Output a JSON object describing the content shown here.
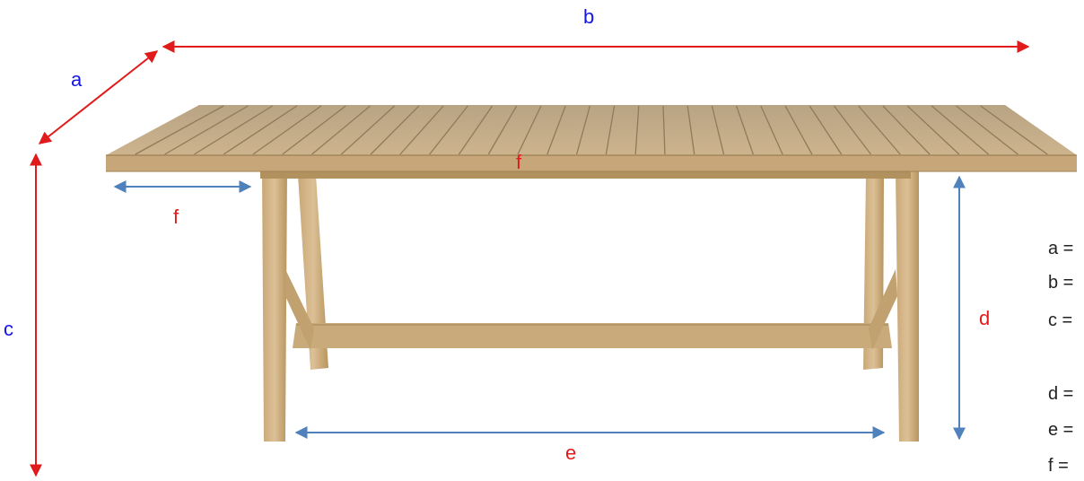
{
  "labels": {
    "a": "a",
    "b": "b",
    "c": "c",
    "d": "d",
    "e": "e",
    "f_top": "f",
    "f_side": "f"
  },
  "legend": [
    "a =",
    "b =",
    "c =",
    "d =",
    "e =",
    "f ="
  ],
  "colors": {
    "overall_dimension_arrows": "#e11b1b",
    "frame_dimension_arrows": "#4f81bd",
    "blue_labels": "#1515e6",
    "red_labels": "#e11b1b",
    "wood": "#c8a877"
  }
}
